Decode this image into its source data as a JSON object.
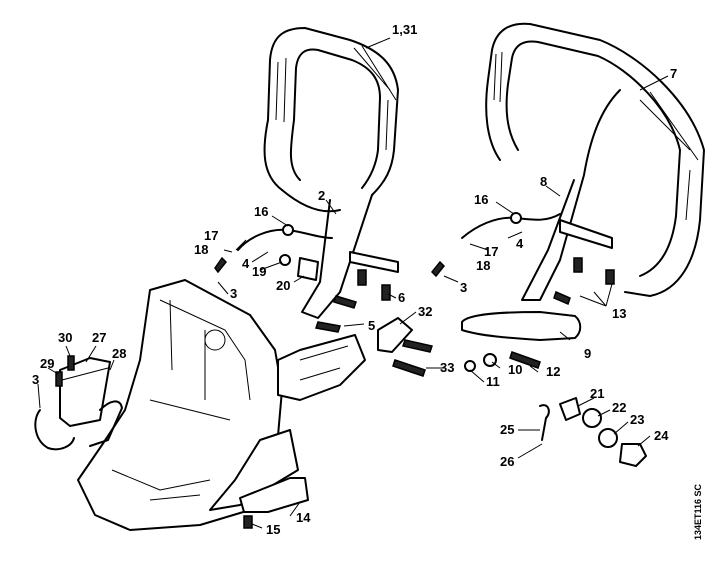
{
  "diagram": {
    "code": "134ET116 SC",
    "callouts": [
      {
        "id": "c-1-31",
        "label": "1,31"
      },
      {
        "id": "c-2",
        "label": "2"
      },
      {
        "id": "c-3a",
        "label": "3"
      },
      {
        "id": "c-3b",
        "label": "3"
      },
      {
        "id": "c-3c",
        "label": "3"
      },
      {
        "id": "c-4a",
        "label": "4"
      },
      {
        "id": "c-4b",
        "label": "4"
      },
      {
        "id": "c-5",
        "label": "5"
      },
      {
        "id": "c-6",
        "label": "6"
      },
      {
        "id": "c-7",
        "label": "7"
      },
      {
        "id": "c-8",
        "label": "8"
      },
      {
        "id": "c-9",
        "label": "9"
      },
      {
        "id": "c-10",
        "label": "10"
      },
      {
        "id": "c-11",
        "label": "11"
      },
      {
        "id": "c-12",
        "label": "12"
      },
      {
        "id": "c-13",
        "label": "13"
      },
      {
        "id": "c-14",
        "label": "14"
      },
      {
        "id": "c-15",
        "label": "15"
      },
      {
        "id": "c-16a",
        "label": "16"
      },
      {
        "id": "c-16b",
        "label": "16"
      },
      {
        "id": "c-17a",
        "label": "17"
      },
      {
        "id": "c-17b",
        "label": "17"
      },
      {
        "id": "c-18a",
        "label": "18"
      },
      {
        "id": "c-18b",
        "label": "18"
      },
      {
        "id": "c-19",
        "label": "19"
      },
      {
        "id": "c-20",
        "label": "20"
      },
      {
        "id": "c-21",
        "label": "21"
      },
      {
        "id": "c-22",
        "label": "22"
      },
      {
        "id": "c-23",
        "label": "23"
      },
      {
        "id": "c-24",
        "label": "24"
      },
      {
        "id": "c-25",
        "label": "25"
      },
      {
        "id": "c-26",
        "label": "26"
      },
      {
        "id": "c-27",
        "label": "27"
      },
      {
        "id": "c-28",
        "label": "28"
      },
      {
        "id": "c-29",
        "label": "29"
      },
      {
        "id": "c-30",
        "label": "30"
      },
      {
        "id": "c-32",
        "label": "32"
      },
      {
        "id": "c-33",
        "label": "33"
      }
    ]
  }
}
